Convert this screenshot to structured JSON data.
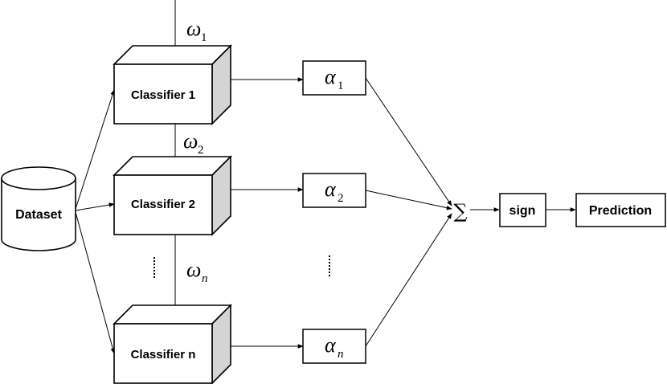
{
  "dataset": {
    "label": "Dataset"
  },
  "classifiers": [
    {
      "label": "Classifier 1"
    },
    {
      "label": "Classifier 2"
    },
    {
      "label": "Classifier n"
    }
  ],
  "weights": [
    {
      "symbol": "ω",
      "subscript": "1"
    },
    {
      "symbol": "ω",
      "subscript": "2"
    },
    {
      "symbol": "ω",
      "subscript": "n"
    }
  ],
  "alphas": [
    {
      "symbol": "α",
      "subscript": "1"
    },
    {
      "symbol": "α",
      "subscript": "2"
    },
    {
      "symbol": "α",
      "subscript": "n"
    }
  ],
  "sum_symbol": "∑",
  "sign": {
    "label": "sign"
  },
  "prediction": {
    "label": "Prediction"
  }
}
